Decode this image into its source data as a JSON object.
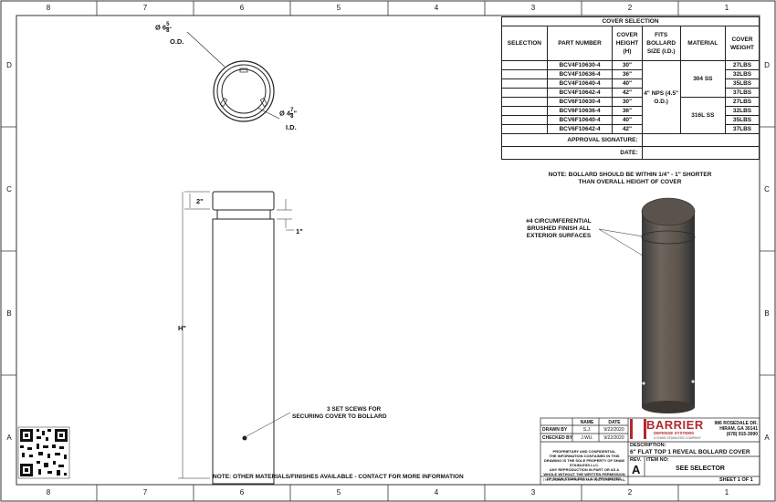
{
  "zones": {
    "columns": [
      "8",
      "7",
      "6",
      "5",
      "4",
      "3",
      "2",
      "1"
    ],
    "rows": [
      "D",
      "C",
      "B",
      "A"
    ]
  },
  "top_view": {
    "od_label": "O.D.",
    "od_dim_prefix": "Ø 6",
    "od_dim_num": "5",
    "od_dim_den": "8",
    "od_dim_suffix": "-",
    "id_label": "I.D.",
    "id_dim_prefix": "Ø 4",
    "id_dim_num": "7",
    "id_dim_den": "8",
    "id_dim_suffix": "\""
  },
  "side_view": {
    "dim_top": "2\"",
    "dim_reveal": "1\"",
    "dim_height": "H\"",
    "screws_note_line1": "3 SET SCEWS FOR",
    "screws_note_line2": "SECURING COVER TO BOLLARD"
  },
  "cover_selection": {
    "title": "COVER SELECTION",
    "headers": [
      "SELECTION",
      "PART NUMBER",
      "COVER HEIGHT (H)",
      "FITS BOLLARD SIZE (I.D.)",
      "MATERIAL",
      "COVER WEIGHT"
    ],
    "rows": [
      {
        "part": "BCV4F10630-4",
        "height": "30\"",
        "weight": "27LBS"
      },
      {
        "part": "BCV4F10636-4",
        "height": "36\"",
        "weight": "32LBS"
      },
      {
        "part": "BCV4F10640-4",
        "height": "40\"",
        "weight": "35LBS"
      },
      {
        "part": "BCV4F10642-4",
        "height": "42\"",
        "weight": "37LBS"
      },
      {
        "part": "BCV6F10630-4",
        "height": "30\"",
        "weight": "27LBS"
      },
      {
        "part": "BCV6F10636-4",
        "height": "36\"",
        "weight": "32LBS"
      },
      {
        "part": "BCV6F10640-4",
        "height": "40\"",
        "weight": "35LBS"
      },
      {
        "part": "BCV6F10642-4",
        "height": "42\"",
        "weight": "37LBS"
      }
    ],
    "fits": "4\" NPS (4.5\" O.D.)",
    "material_1": "304 SS",
    "material_2": "316L SS",
    "approval_label": "APPROVAL SIGNATURE:",
    "date_label": "DATE:"
  },
  "note_bollard": {
    "line1": "NOTE: BOLLARD SHOULD BE WITHIN 1/4\" - 1\" SHORTER",
    "line2": "THAN OVERALL HEIGHT OF COVER"
  },
  "finish_note": {
    "line1": "#4 CIRCUMFERENTIAL",
    "line2": "BRUSHED FINISH ALL",
    "line3": "EXTERIOR SURFACES"
  },
  "bottom_note": "NOTE: OTHER MATERIALS/FINISHES AVAILABLE - CONTACT FOR MORE INFORMATION",
  "title_block": {
    "name_header": "NAME",
    "date_header": "DATE",
    "drawn_by_label": "DRAWN BY",
    "drawn_by_name": "S.J.",
    "drawn_by_date": "9/22/2020",
    "checked_by_label": "CHECKED BY",
    "checked_by_name": "J.WU.",
    "checked_by_date": "9/22/2020",
    "proprietary_1": "PROPRIETARY AND CONFIDENTIAL",
    "proprietary_2": "THE INFORMATION CONTAINED IN THIS",
    "proprietary_3": "DRAWING IS THE SOLE PROPERTY OF SHAW",
    "proprietary_4": "STAINLESS LLC.",
    "proprietary_5": "ANY REPRODUCTION IN PART OR AS A",
    "proprietary_6": "WHOLE WITHOUT THE WRITTEN PERMISSION",
    "proprietary_7": "OF SHAW STAINLESS LLC IS PROHIBITED.",
    "company_name": "BARRIER",
    "company_sub": "DEFENSE SYSTEMS",
    "company_tag": "A SHAW STAINLESS COMPANY",
    "address_1": "986 ROSEDALE DR.",
    "address_2": "HIRAM, GA 30141",
    "address_3": "(678) 915-3090",
    "description_label": "DESCRIPTION:",
    "description": "6\" FLAT TOP 1 REVEAL BOLLARD COVER",
    "rev_label": "REV.",
    "rev_value": "A",
    "item_label": "ITEM NO:",
    "item_value": "SEE SELECTOR",
    "sheet": "SHEET 1 OF 1",
    "copyright_small": "THIS DRAWING IS PROPRIETARY AND CONFIDENTIAL"
  }
}
